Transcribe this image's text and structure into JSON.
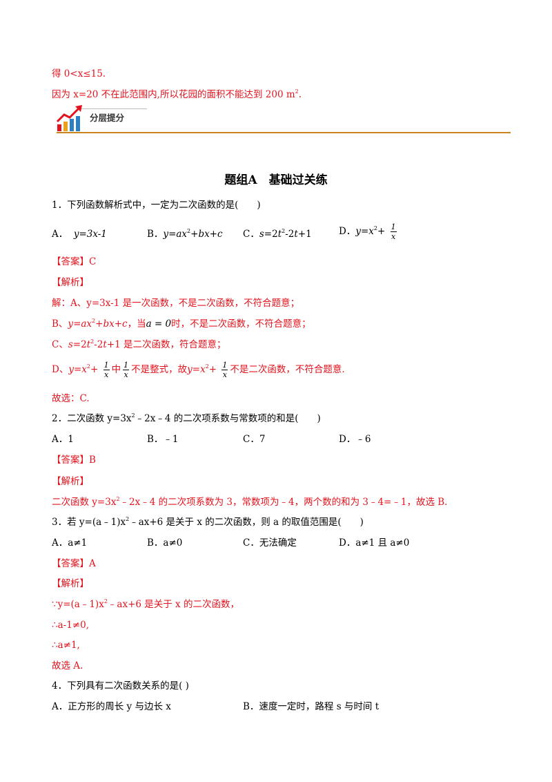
{
  "top": {
    "line1": "得 0<x≤15.",
    "line2": "因为 x=20 不在此范围内,所以花园的面积不能达到 200 m",
    "line2_sup": "2",
    "line2_end": "."
  },
  "header": {
    "title": "分层提分",
    "accent": "#c8831c"
  },
  "section_title": "题组A　基础过关练",
  "q1": {
    "stem": "1．下列函数解析式中，一定为二次函数的是(　　)",
    "A": "A．",
    "A_expr": "y=3x-1",
    "B": "B．",
    "C": "C．",
    "D": "D．",
    "answer": "【答案】C",
    "analysis": "【解析】",
    "sol_a": "解：A、y=3x-1 是一次函数，不是二次函数，不符合题意；",
    "sol_b_pre": "B、",
    "sol_b_mid": "，当",
    "sol_b_cond": "a = 0",
    "sol_b_post": "时，不是二次函数，不符合题意；",
    "sol_c_pre": "C、",
    "sol_c_post": "是二次函数，符合题意；",
    "sol_d_pre": "D、",
    "sol_d_zhong": "中",
    "sol_d_mid": "不是整式，故",
    "sol_d_post": "不是二次函数，不符合题意.",
    "conclusion": "故选：C."
  },
  "q2": {
    "stem": "2．二次函数 y=3x",
    "stem_sup": "2",
    "stem_end": "﹣2x﹣4 的二次项系数与常数项的和是(　　)",
    "A": "A．1",
    "B": "B．﹣1",
    "C": "C．7",
    "D": "D．﹣6",
    "answer": "【答案】B",
    "analysis": "【解析】",
    "sol": "二次函数 y=3x",
    "sol_sup": "2",
    "sol_end": "﹣2x﹣4 的二次项系数为 3，常数项为﹣4，两个数的和为 3﹣4=﹣1，故选 B."
  },
  "q3": {
    "stem": "3．若 y=(a﹣1)x",
    "stem_sup": "2",
    "stem_end": "﹣ax+6 是关于 x 的二次函数，则 a 的取值范围是(　　)",
    "A": "A．a≠1",
    "B": "B．a≠0",
    "C": "C．无法确定",
    "D": "D．a≠1 且 a≠0",
    "answer": "【答案】A",
    "analysis": "【解析】",
    "s1": "∵y=(a﹣1)x",
    "s1_sup": "2",
    "s1_end": "﹣ax+6 是关于 x 的二次函数，",
    "s2": "∴a-1≠0,",
    "s3": "∴a≠1,",
    "conclusion": "故选 A."
  },
  "q4": {
    "stem": "4．下列具有二次函数关系的是( )",
    "A": "A．正方形的周长 y 与边长 x",
    "B": "B．速度一定时，路程 s 与时间 t"
  }
}
